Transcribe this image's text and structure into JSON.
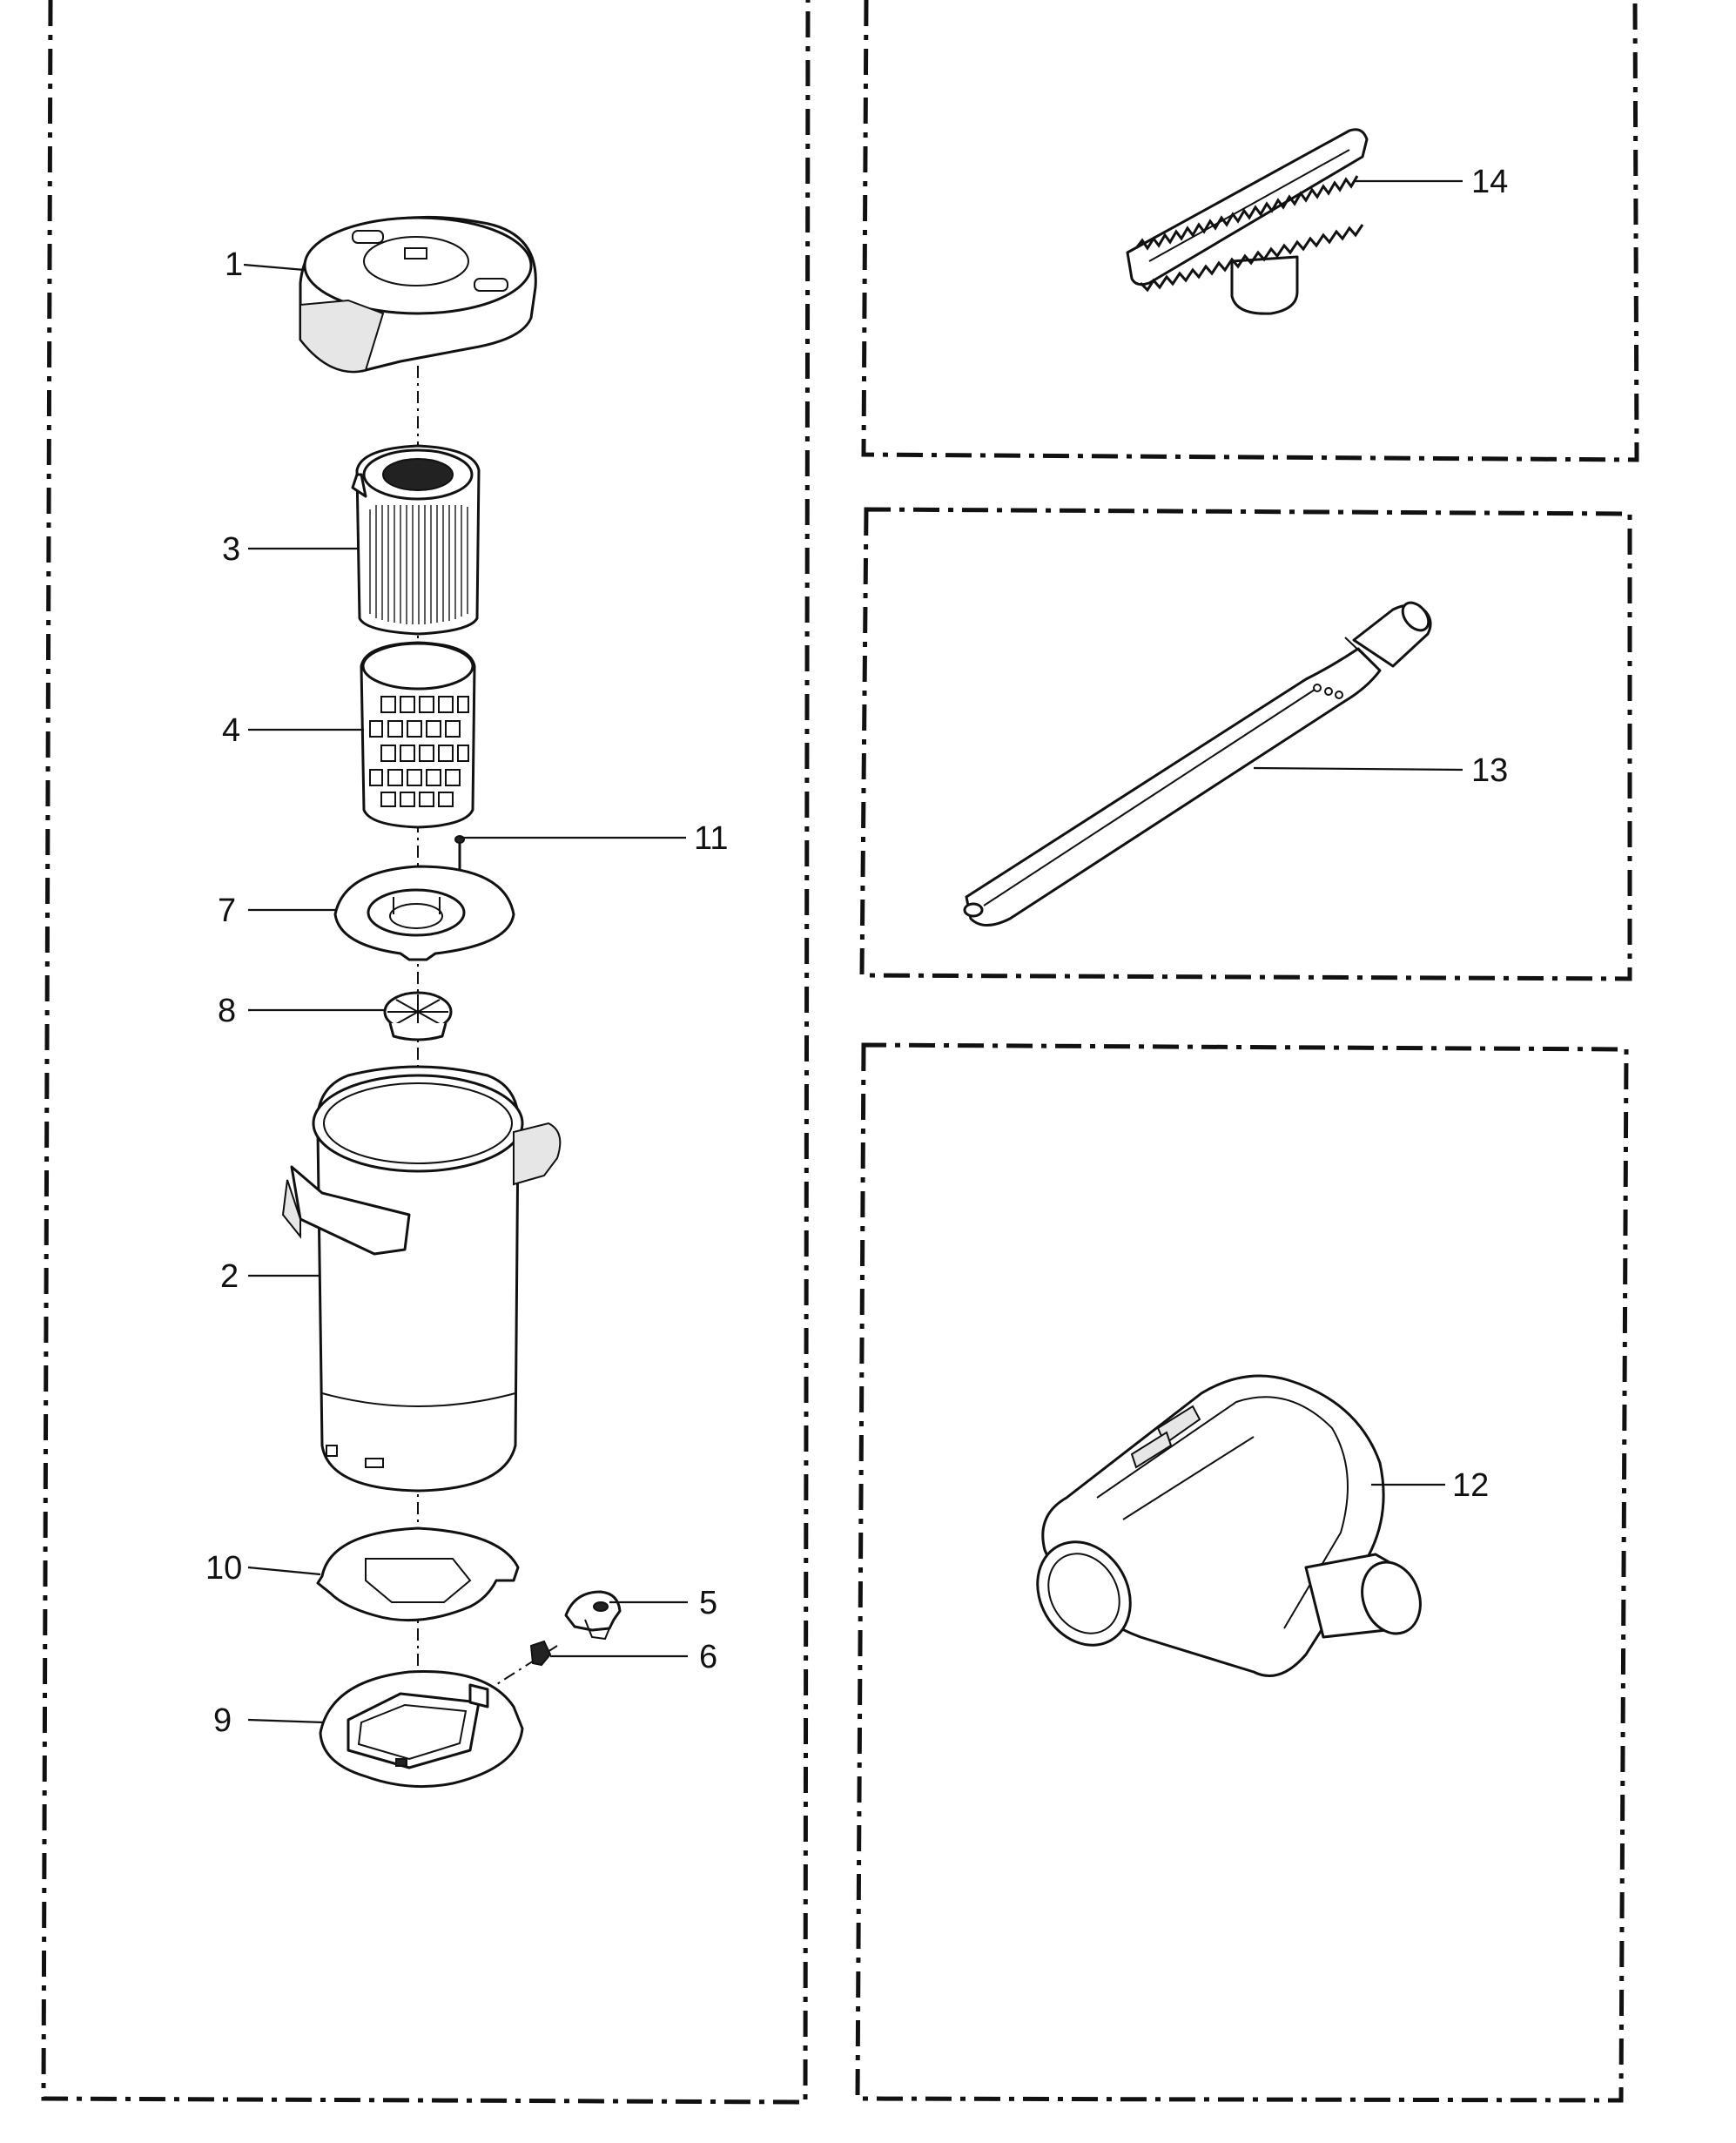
{
  "callouts": {
    "c1": "1",
    "c2": "2",
    "c3": "3",
    "c4": "4",
    "c5": "5",
    "c6": "6",
    "c7": "7",
    "c8": "8",
    "c9": "9",
    "c10": "10",
    "c11": "11",
    "c12": "12",
    "c13": "13",
    "c14": "14"
  },
  "parts": [
    {
      "number": "1",
      "icon": "dust-cup-lid-icon"
    },
    {
      "number": "2",
      "icon": "dust-container-icon"
    },
    {
      "number": "3",
      "icon": "pleated-filter-icon"
    },
    {
      "number": "4",
      "icon": "filter-cage-icon"
    },
    {
      "number": "5",
      "icon": "latch-icon"
    },
    {
      "number": "6",
      "icon": "spring-icon"
    },
    {
      "number": "7",
      "icon": "baffle-plate-icon"
    },
    {
      "number": "8",
      "icon": "seal-icon"
    },
    {
      "number": "9",
      "icon": "bottom-door-icon"
    },
    {
      "number": "10",
      "icon": "gasket-icon"
    },
    {
      "number": "11",
      "icon": "screw-icon"
    },
    {
      "number": "12",
      "icon": "upholstery-nozzle-icon"
    },
    {
      "number": "13",
      "icon": "crevice-tool-icon"
    },
    {
      "number": "14",
      "icon": "dusting-brush-icon"
    }
  ]
}
